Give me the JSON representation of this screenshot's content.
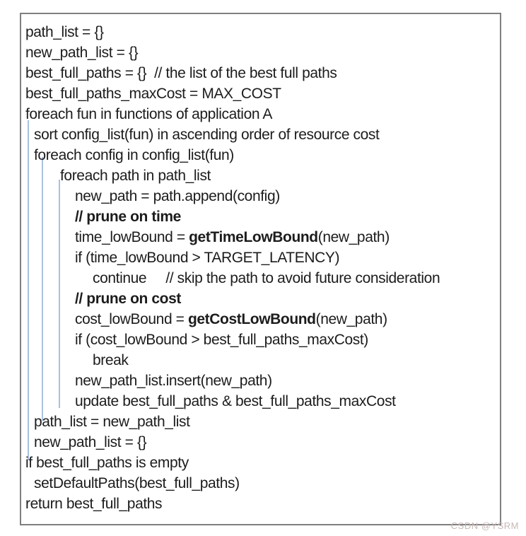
{
  "watermark": {
    "label": "CSDN @YSRM"
  },
  "colors": {
    "border": "#7f7f7f",
    "text": "#1c1c1c",
    "indent_guide": "#a7c1e2",
    "watermark": "#c7b9b6"
  },
  "pseudocode": {
    "lines": [
      {
        "indent": 0,
        "segments": [
          {
            "t": "path_list = {}"
          }
        ]
      },
      {
        "indent": 0,
        "segments": [
          {
            "t": "new_path_list = {}"
          }
        ]
      },
      {
        "indent": 0,
        "segments": [
          {
            "t": "best_full_paths = {}  // the list of the best full paths"
          }
        ]
      },
      {
        "indent": 0,
        "segments": [
          {
            "t": "best_full_paths_maxCost = MAX_COST"
          }
        ]
      },
      {
        "indent": 0,
        "segments": [
          {
            "t": "foreach fun in functions of application A"
          }
        ]
      },
      {
        "indent": 1,
        "segments": [
          {
            "t": "sort config_list(fun) in ascending order of resource cost"
          }
        ]
      },
      {
        "indent": 1,
        "segments": [
          {
            "t": "foreach config in config_list(fun)"
          }
        ]
      },
      {
        "indent": 2,
        "segments": [
          {
            "t": "foreach path in path_list"
          }
        ]
      },
      {
        "indent": 3,
        "segments": [
          {
            "t": "new_path = path.append(config)"
          }
        ]
      },
      {
        "indent": 3,
        "segments": [
          {
            "t": "// prune on time",
            "b": true
          }
        ]
      },
      {
        "indent": 3,
        "segments": [
          {
            "t": "time_lowBound = "
          },
          {
            "t": "getTimeLowBound",
            "b": true
          },
          {
            "t": "(new_path)"
          }
        ]
      },
      {
        "indent": 3,
        "segments": [
          {
            "t": "if (time_lowBound > TARGET_LATENCY)"
          }
        ]
      },
      {
        "indent": 4,
        "segments": [
          {
            "t": "continue     // skip the path to avoid future consideration"
          }
        ]
      },
      {
        "indent": 3,
        "segments": [
          {
            "t": "// prune on cost",
            "b": true
          }
        ]
      },
      {
        "indent": 3,
        "segments": [
          {
            "t": "cost_lowBound = "
          },
          {
            "t": "getCostLowBound",
            "b": true
          },
          {
            "t": "(new_path)"
          }
        ]
      },
      {
        "indent": 3,
        "segments": [
          {
            "t": "if (cost_lowBound > best_full_paths_maxCost)"
          }
        ]
      },
      {
        "indent": 4,
        "segments": [
          {
            "t": "break"
          }
        ]
      },
      {
        "indent": 3,
        "segments": [
          {
            "t": "new_path_list.insert(new_path)"
          }
        ]
      },
      {
        "indent": 3,
        "segments": [
          {
            "t": "update best_full_paths & best_full_paths_maxCost"
          }
        ]
      },
      {
        "indent": 1,
        "segments": [
          {
            "t": "path_list = new_path_list"
          }
        ]
      },
      {
        "indent": 1,
        "segments": [
          {
            "t": "new_path_list = {}"
          }
        ]
      },
      {
        "indent": 0,
        "segments": [
          {
            "t": "if best_full_paths is empty"
          }
        ]
      },
      {
        "indent": 1,
        "segments": [
          {
            "t": "setDefaultPaths(best_full_paths)"
          }
        ]
      },
      {
        "indent": 0,
        "segments": [
          {
            "t": "return best_full_paths"
          }
        ]
      }
    ]
  }
}
